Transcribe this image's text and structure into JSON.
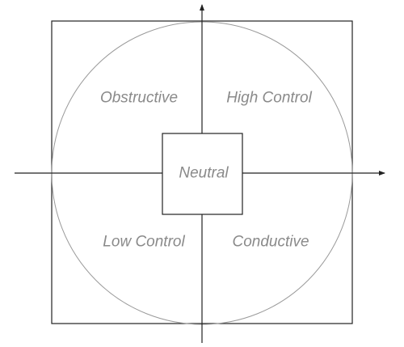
{
  "diagram": {
    "quadrants": {
      "top_left": "Obstructive",
      "top_right": "High Control",
      "bottom_left": "Low Control",
      "bottom_right": "Conductive"
    },
    "center": "Neutral"
  }
}
